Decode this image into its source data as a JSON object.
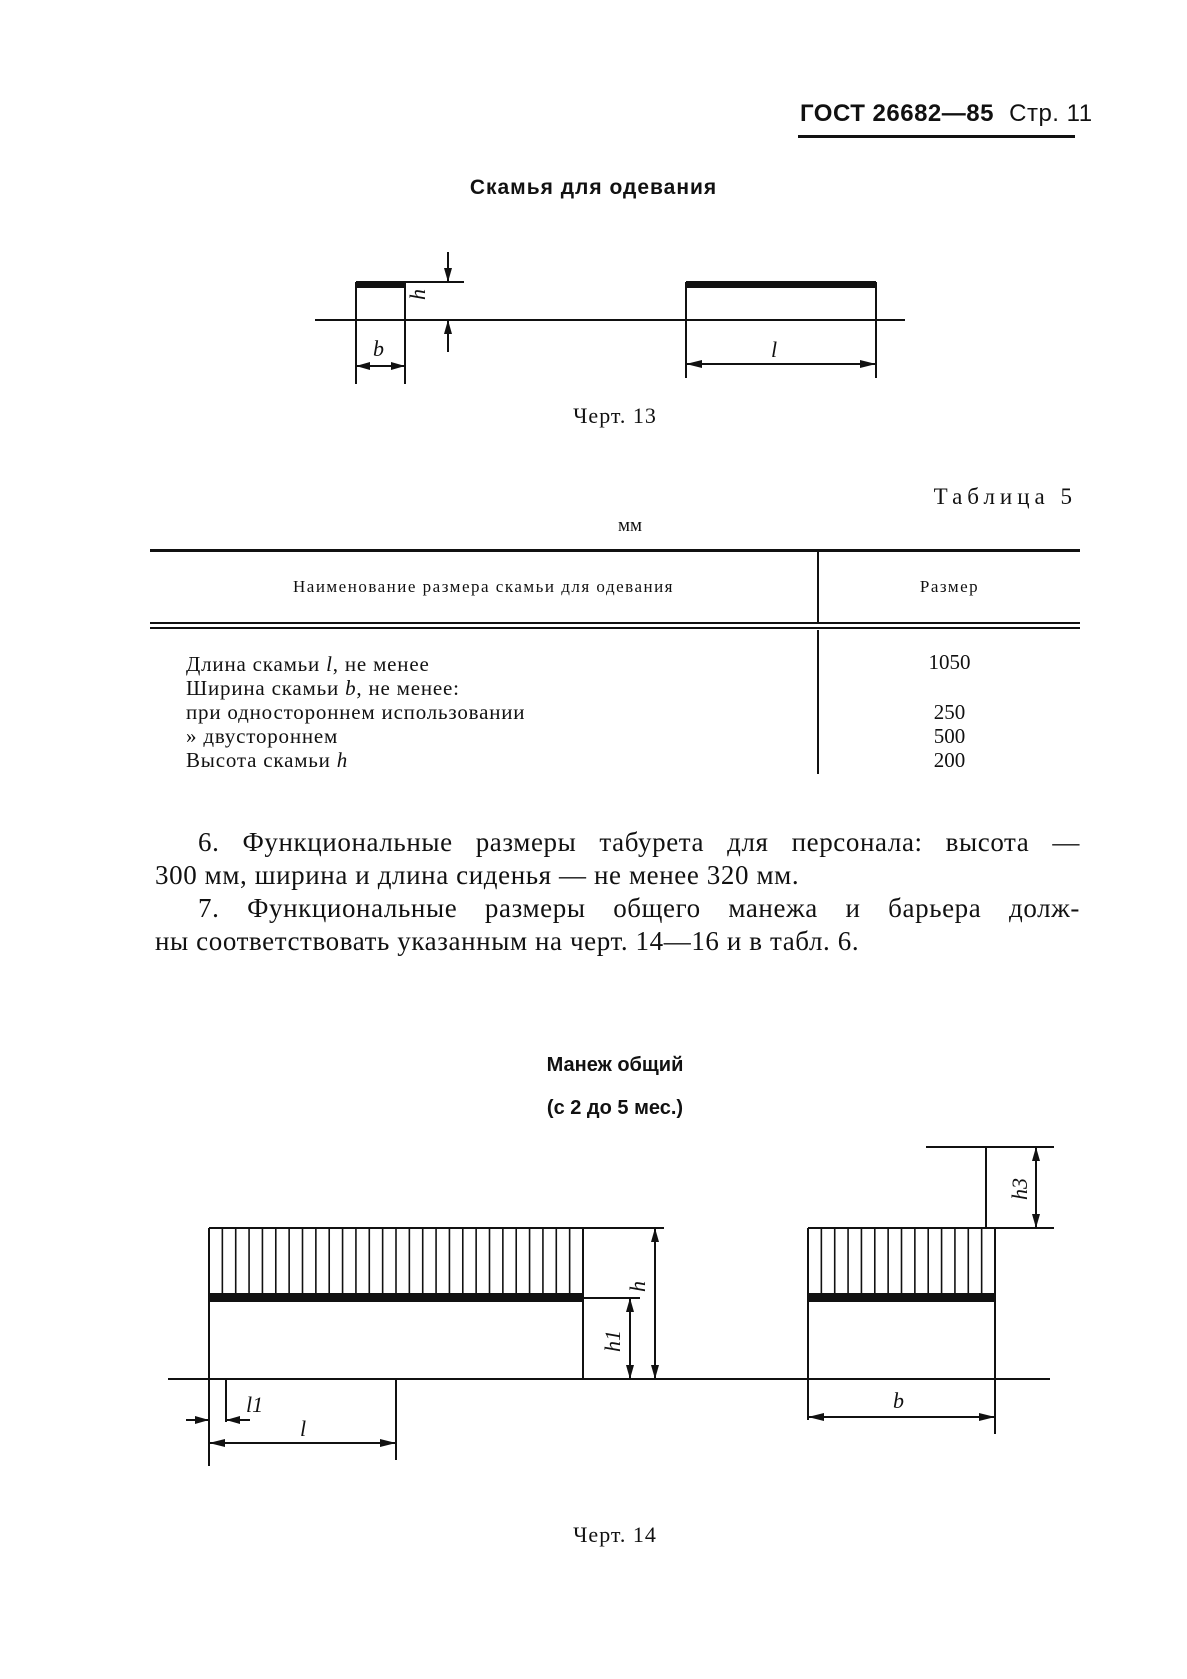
{
  "header": {
    "standard": "ГОСТ 26682—85",
    "page": "Стр. 11"
  },
  "figure13": {
    "title": "Скамья для одевания",
    "labels": {
      "b": "b",
      "h": "h",
      "l": "l"
    },
    "caption": "Черт. 13"
  },
  "table5": {
    "label": "Таблица 5",
    "units": "мм",
    "columns": [
      "Наименование размера скамьи для одевания",
      "Размер"
    ],
    "rows": [
      {
        "name_prefix": "Длина скамьи ",
        "symbol": "l",
        "name_suffix": ", не менее",
        "value": "1050"
      },
      {
        "name_prefix": "Ширина скамьи ",
        "symbol": "b",
        "name_suffix": ", не менее:",
        "value": ""
      },
      {
        "name_prefix": "при одностороннем использовании",
        "symbol": "",
        "name_suffix": "",
        "value": "250"
      },
      {
        "name_prefix": "»  двустороннем",
        "symbol": "",
        "name_suffix": "",
        "value": "500"
      },
      {
        "name_prefix": "Высота скамьи ",
        "symbol": "h",
        "name_suffix": "",
        "value": "200"
      }
    ]
  },
  "paragraphs": {
    "p6_line1": "6. Функциональные размеры табурета для персонала: высота —",
    "p6_line2": "300 мм, ширина и длина сиденья — не менее 320 мм.",
    "p7_line1": "7. Функциональные размеры общего манежа и барьера долж-",
    "p7_line2": "ны соответствовать указанным на черт. 14—16 и в табл. 6."
  },
  "figure14": {
    "title": "Манеж общий",
    "subtitle": "(с 2 до 5 мес.)",
    "labels": {
      "h": "h",
      "h1": "h1",
      "h3": "h3",
      "l": "l",
      "l1": "l1",
      "b": "b"
    },
    "caption": "Черт. 14"
  }
}
